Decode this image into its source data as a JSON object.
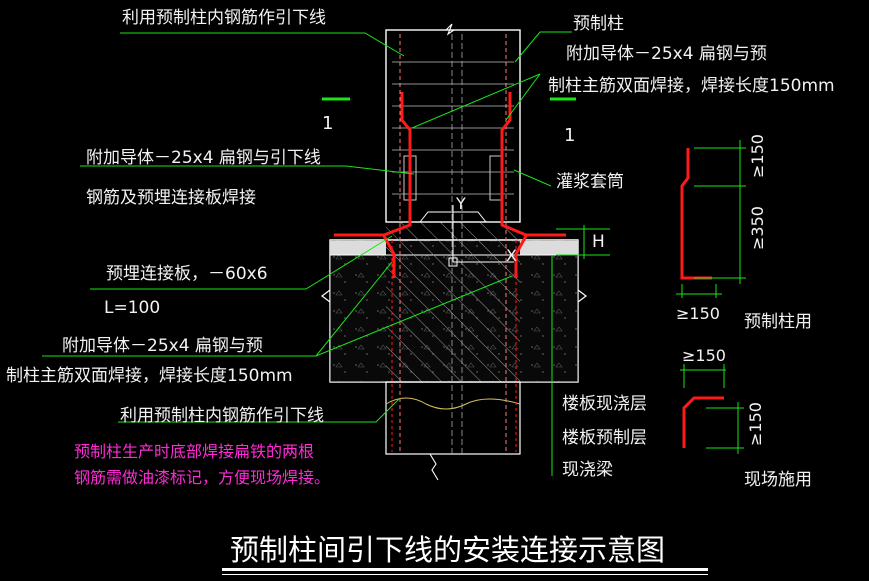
{
  "title": "预制柱间引下线的安装连接示意图",
  "labels": {
    "top_left": "利用预制柱内钢筋作引下线",
    "precast_column": "预制柱",
    "attached_conductor_right_1": "附加导体－25x4 扁钢与预",
    "attached_conductor_right_2": "制柱主筋双面焊接，焊接长度150mm",
    "section_mark_left": "1",
    "section_mark_right": "1",
    "attached_conductor_left_1": "附加导体－25x4 扁钢与引下线",
    "attached_conductor_left_2": "钢筋及预埋连接板焊接",
    "grout_sleeve": "灌浆套筒",
    "embedded_plate": "预埋连接板，－60x6",
    "plate_length": "L=100",
    "attached_conductor_lower_1": "附加导体－25x4 扁钢与预",
    "attached_conductor_lower_2": "制柱主筋双面焊接，焊接长度150mm",
    "lower_rebar": "利用预制柱内钢筋作引下线",
    "note_line1": "预制柱生产时底部焊接扁铁的两根",
    "note_line2": "钢筋需做油漆标记，方便现场焊接。",
    "slab_cast": "楼板现浇层",
    "slab_precast": "楼板预制层",
    "cast_beam": "现浇梁",
    "axis_y": "Y",
    "axis_x": "X",
    "height_mark": "H",
    "detail1_dim_top": "≥150",
    "detail1_dim_mid": "≥350",
    "detail1_dim_bottom": "≥150",
    "detail1_caption": "预制柱用",
    "detail2_dim_top": "≥150",
    "detail2_dim_side": "≥150",
    "detail2_caption": "现场施用"
  },
  "colors": {
    "background": "#000000",
    "leader_green": "#19e619",
    "rebar_red": "#ff1a1a",
    "note_magenta": "#ff2bd6",
    "outline_white": "#ffffff",
    "concrete_gray": "#c8c8c8"
  }
}
